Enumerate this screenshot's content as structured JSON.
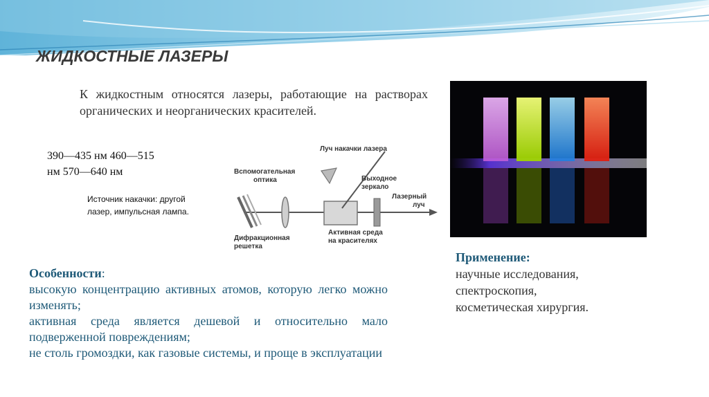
{
  "title": "ЖИДКОСТНЫЕ ЛАЗЕРЫ",
  "intro": "К жидкостным относятся лазеры, работающие на растворах органических и неорганических красителей.",
  "wavelengths": {
    "line1": "390—435 нм 460—515",
    "line2": "нм 570—640 нм"
  },
  "pump_source": {
    "line1": "Источник накачки: другой",
    "line2": "лазер, импульсная лампа."
  },
  "diagram": {
    "pump_beam": "Луч накачки лазера",
    "aux_optics_1": "Вспомогательная",
    "aux_optics_2": "оптика",
    "output_mirror_1": "Выходное",
    "output_mirror_2": "зеркало",
    "laser_beam_1": "Лазерный",
    "laser_beam_2": "луч",
    "active_medium_1": "Активная среда",
    "active_medium_2": "на красителях",
    "grating_1": "Дифракционная",
    "grating_2": "решетка"
  },
  "features": {
    "heading": "Особенности",
    "colon": ":",
    "items": [
      "высокую концентрацию активных атомов, которую легко можно изменять;",
      "активная среда является дешевой и относительно мало подверженной повреждениям;",
      "не столь громоздки, как газовые системы, и проще в эксплуатации"
    ]
  },
  "applications": {
    "heading": "Применение:",
    "items": [
      "научные исследования,",
      "спектроскопия,",
      "косметическая хирургия."
    ]
  },
  "colors": {
    "heading": "#1f5a78",
    "wave_dark": "#2f86b8",
    "wave_light": "#bfe3f2"
  }
}
